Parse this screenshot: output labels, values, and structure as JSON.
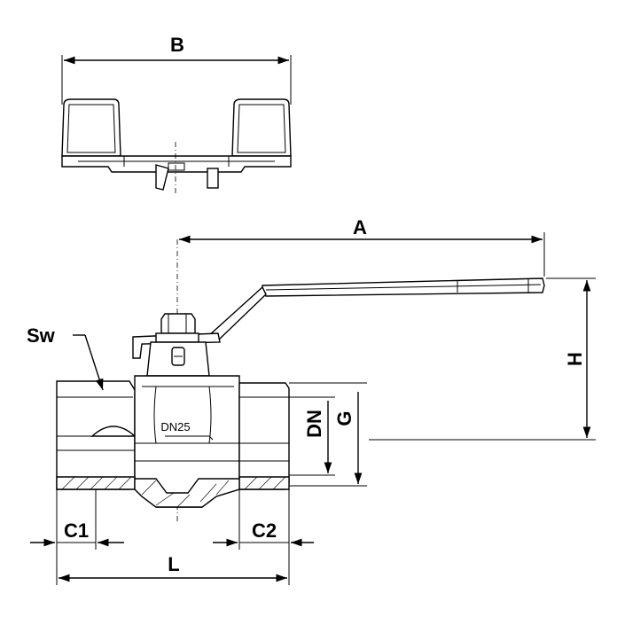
{
  "labels": {
    "b": "B",
    "a": "A",
    "h": "H",
    "sw": "Sw",
    "dn": "DN",
    "g": "G",
    "c1": "C1",
    "c2": "C2",
    "l": "L",
    "body_marking": "DN25"
  },
  "colors": {
    "ink": "#000000",
    "paper": "#ffffff"
  }
}
